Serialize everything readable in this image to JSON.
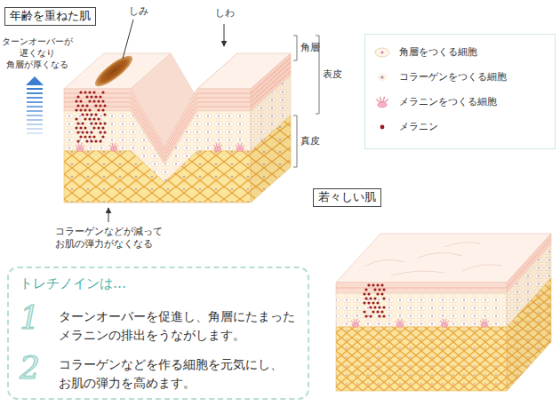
{
  "diagram": {
    "nodes": [
      {
        "text": [
          "年齢を重ねた肌"
        ]
      },
      {
        "text": [
          "若々しい肌"
        ]
      },
      {
        "text": [
          "トレチノインは…",
          "1",
          "ターンオーバーを促進し、角層にたまった メラニンの排出をうながします。",
          "2",
          "コラーゲンなどを作る細胞を元気にし、 お肌の弾力を高めます。"
        ]
      }
    ],
    "labels": [
      "しみ",
      "しわ",
      "ターンオーバーが 遅くなり 角層が厚くなる",
      "角層",
      "表皮",
      "真皮",
      "コラーゲンなどが減って お肌の弾力がなくなる"
    ],
    "legend": [
      {
        "text": "角層をつくる細胞"
      },
      {
        "text": "コラーゲンをつくる細胞"
      },
      {
        "text": "メラニンをつくる細胞"
      },
      {
        "text": "メラニン"
      }
    ]
  }
}
